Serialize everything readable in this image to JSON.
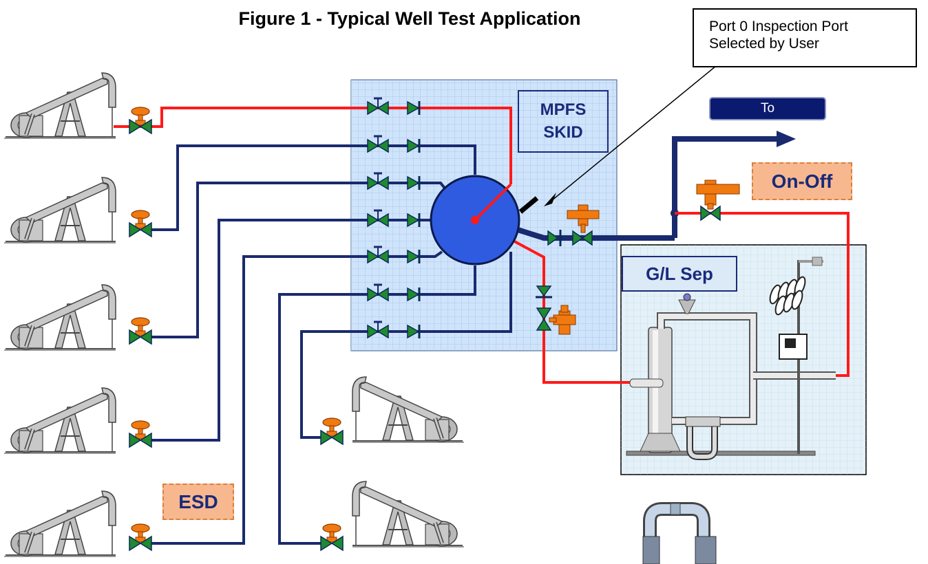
{
  "figure": {
    "title": "Figure 1 - Typical Well Test Application"
  },
  "callout": {
    "line1": "Port 0 Inspection Port",
    "line2": "Selected by User"
  },
  "labels": {
    "to": "To",
    "skid_line1": "MPFS",
    "skid_line2": "SKID",
    "separator": "G/L Sep",
    "on_off": "On-Off",
    "esd": "ESD"
  },
  "colors": {
    "test_line": "#ff1a1a",
    "production_line": "#1a2a6e",
    "skid_fill": "#cfe4fb",
    "separator_fill": "#e4f1f8",
    "valve_green": "#1f8a2e",
    "actuator_orange": "#f07a10",
    "tag_fill": "#f8b88f",
    "to_button": "#0a1a6e"
  },
  "icons": {
    "pump_jack": "pump-jack-icon",
    "esd_valve": "actuated-valve-icon",
    "manual_valve": "gate-valve-icon",
    "check_valve": "check-valve-icon",
    "selector": "multiport-selector-icon",
    "flow_meter": "coriolis-meter-icon"
  }
}
